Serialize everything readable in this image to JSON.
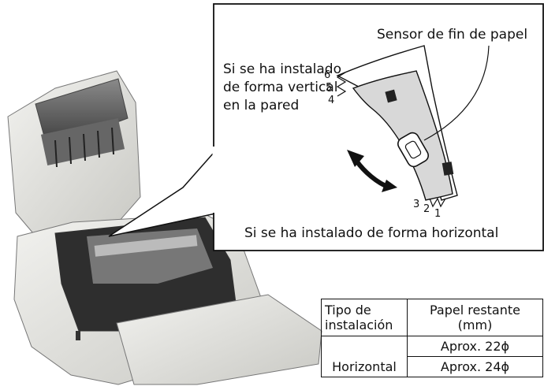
{
  "callout": {
    "sensor_label": "Sensor de fin de papel",
    "vertical_label_lines": [
      "Si se ha instalado",
      "de forma vertical",
      "en la pared"
    ],
    "horizontal_label": "Si se ha instalado de forma horizontal",
    "vertical_positions": [
      "6",
      "5",
      "4"
    ],
    "horizontal_positions": [
      "3",
      "2",
      "1"
    ]
  },
  "table": {
    "headers": [
      "Tipo de instalación",
      "Papel restante (mm)"
    ],
    "rows": [
      {
        "type": "",
        "value": "Aprox. 22ϕ"
      },
      {
        "type": "Horizontal",
        "value": "Aprox. 24ϕ"
      }
    ]
  },
  "colors": {
    "outline": "#111111",
    "printer_body": "#e4e4e0",
    "sensor_plate": "#d8d8d8"
  }
}
